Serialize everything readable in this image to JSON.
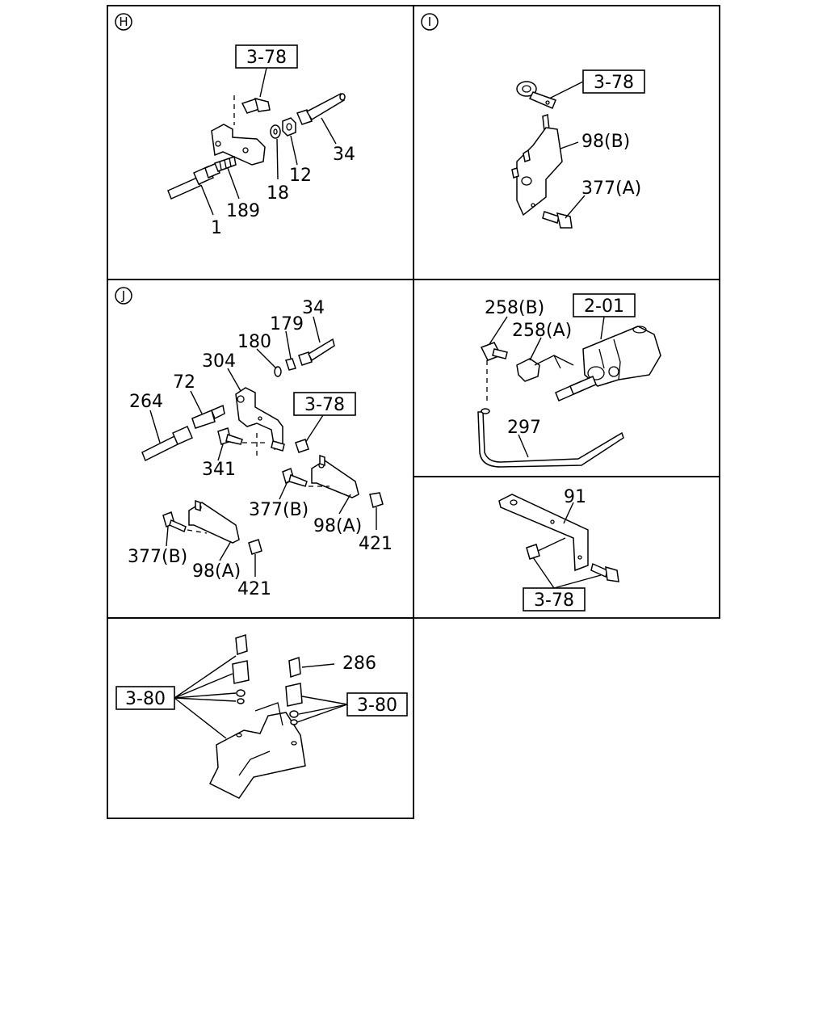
{
  "panels": {
    "H": {
      "marker": "H",
      "refs": [
        "3-78"
      ],
      "labels": [
        "34",
        "12",
        "18",
        "189",
        "1"
      ]
    },
    "I": {
      "marker": "I",
      "refs": [
        "3-78"
      ],
      "labels": [
        "98(B)",
        "377(A)"
      ]
    },
    "J": {
      "marker": "J",
      "refs": [
        "3-78"
      ],
      "labels": [
        "34",
        "179",
        "180",
        "304",
        "72",
        "264",
        "341",
        "377(B)",
        "98(A)",
        "421",
        "377(B)",
        "98(A)",
        "421"
      ]
    },
    "K": {
      "refs": [
        "2-01"
      ],
      "labels": [
        "258(B)",
        "258(A)",
        "297"
      ]
    },
    "L": {
      "refs": [
        "3-78"
      ],
      "labels": [
        "91"
      ]
    },
    "M": {
      "refs": [
        "3-80",
        "3-80"
      ],
      "labels": [
        "286"
      ]
    }
  }
}
